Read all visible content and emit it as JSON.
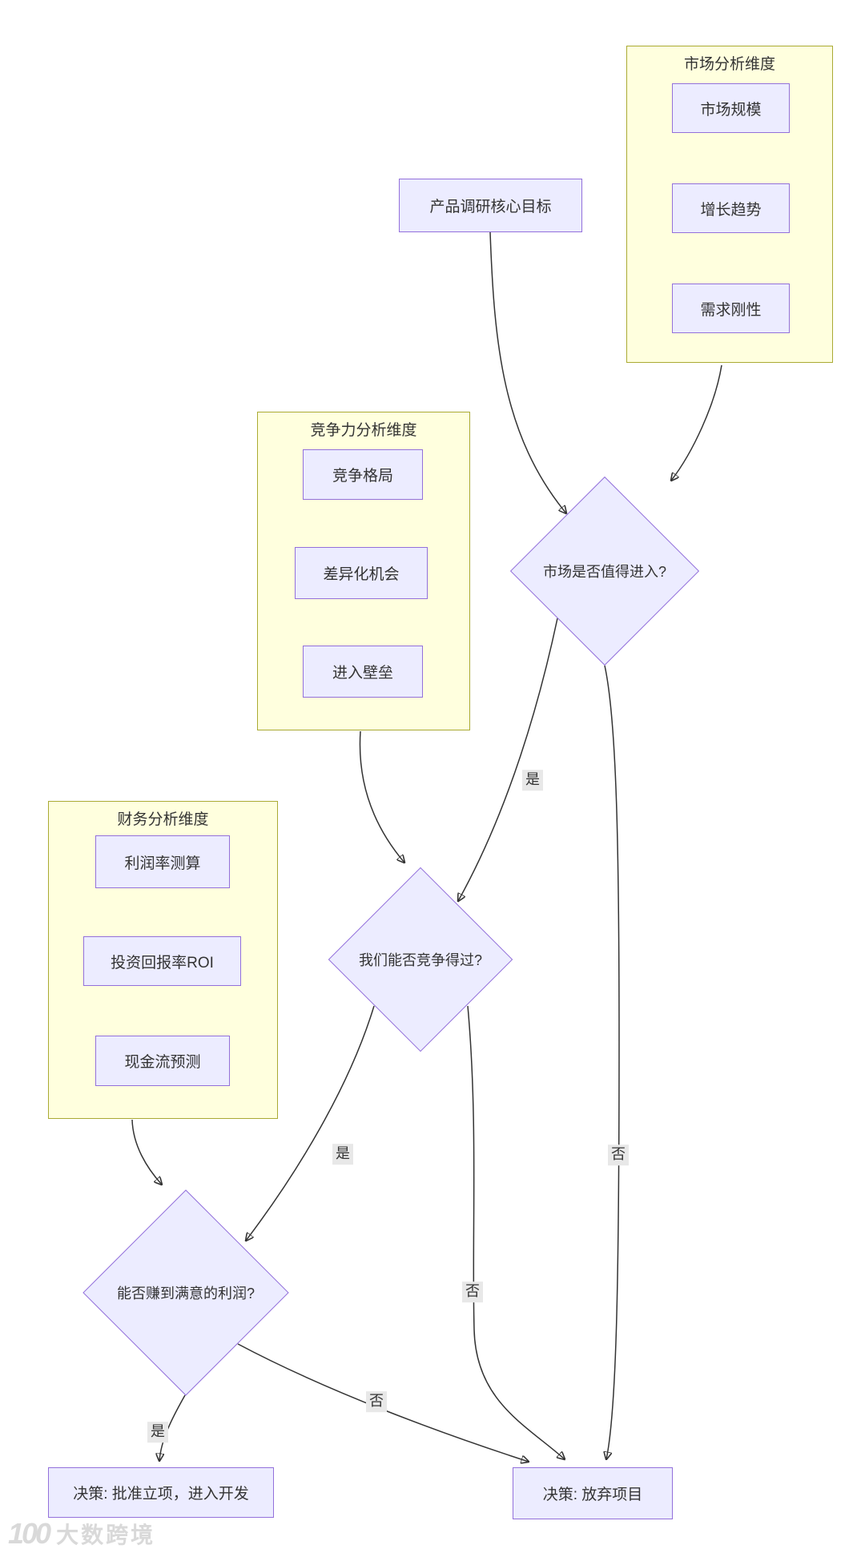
{
  "diagram": {
    "root_node": {
      "label": "产品调研核心目标"
    },
    "groups": [
      {
        "title": "市场分析维度",
        "items": [
          "市场规模",
          "增长趋势",
          "需求刚性"
        ]
      },
      {
        "title": "竞争力分析维度",
        "items": [
          "竞争格局",
          "差异化机会",
          "进入壁垒"
        ]
      },
      {
        "title": "财务分析维度",
        "items": [
          "利润率测算",
          "投资回报率ROI",
          "现金流预测"
        ]
      }
    ],
    "decisions": [
      {
        "label": "市场是否值得进入?"
      },
      {
        "label": "我们能否竞争得过?"
      },
      {
        "label": "能否赚到满意的利润?"
      }
    ],
    "outcomes": [
      {
        "label": "决策: 批准立项，进入开发"
      },
      {
        "label": "决策: 放弃项目"
      }
    ],
    "edges": [
      {
        "from": "产品调研核心目标",
        "to": "市场是否值得进入?",
        "label": ""
      },
      {
        "from": "市场分析维度",
        "to": "市场是否值得进入?",
        "label": ""
      },
      {
        "from": "竞争力分析维度",
        "to": "我们能否竞争得过?",
        "label": ""
      },
      {
        "from": "市场是否值得进入?",
        "to": "我们能否竞争得过?",
        "label": "是"
      },
      {
        "from": "市场是否值得进入?",
        "to": "决策: 放弃项目",
        "label": "否"
      },
      {
        "from": "我们能否竞争得过?",
        "to": "能否赚到满意的利润?",
        "label": "是"
      },
      {
        "from": "我们能否竞争得过?",
        "to": "决策: 放弃项目",
        "label": "否"
      },
      {
        "from": "财务分析维度",
        "to": "能否赚到满意的利润?",
        "label": ""
      },
      {
        "from": "能否赚到满意的利润?",
        "to": "决策: 批准立项，进入开发",
        "label": "是"
      },
      {
        "from": "能否赚到满意的利润?",
        "to": "决策: 放弃项目",
        "label": "否"
      }
    ],
    "colors": {
      "node_fill": "#ECECFF",
      "node_border": "#9370DB",
      "group_fill": "#FFFFDE",
      "group_border": "#AAAA33",
      "edge": "#333333",
      "label_bg": "#E8E8E8",
      "text": "#333333",
      "watermark": "#D9D9D9"
    }
  },
  "watermark": {
    "logo": "100",
    "text": "大数跨境"
  }
}
